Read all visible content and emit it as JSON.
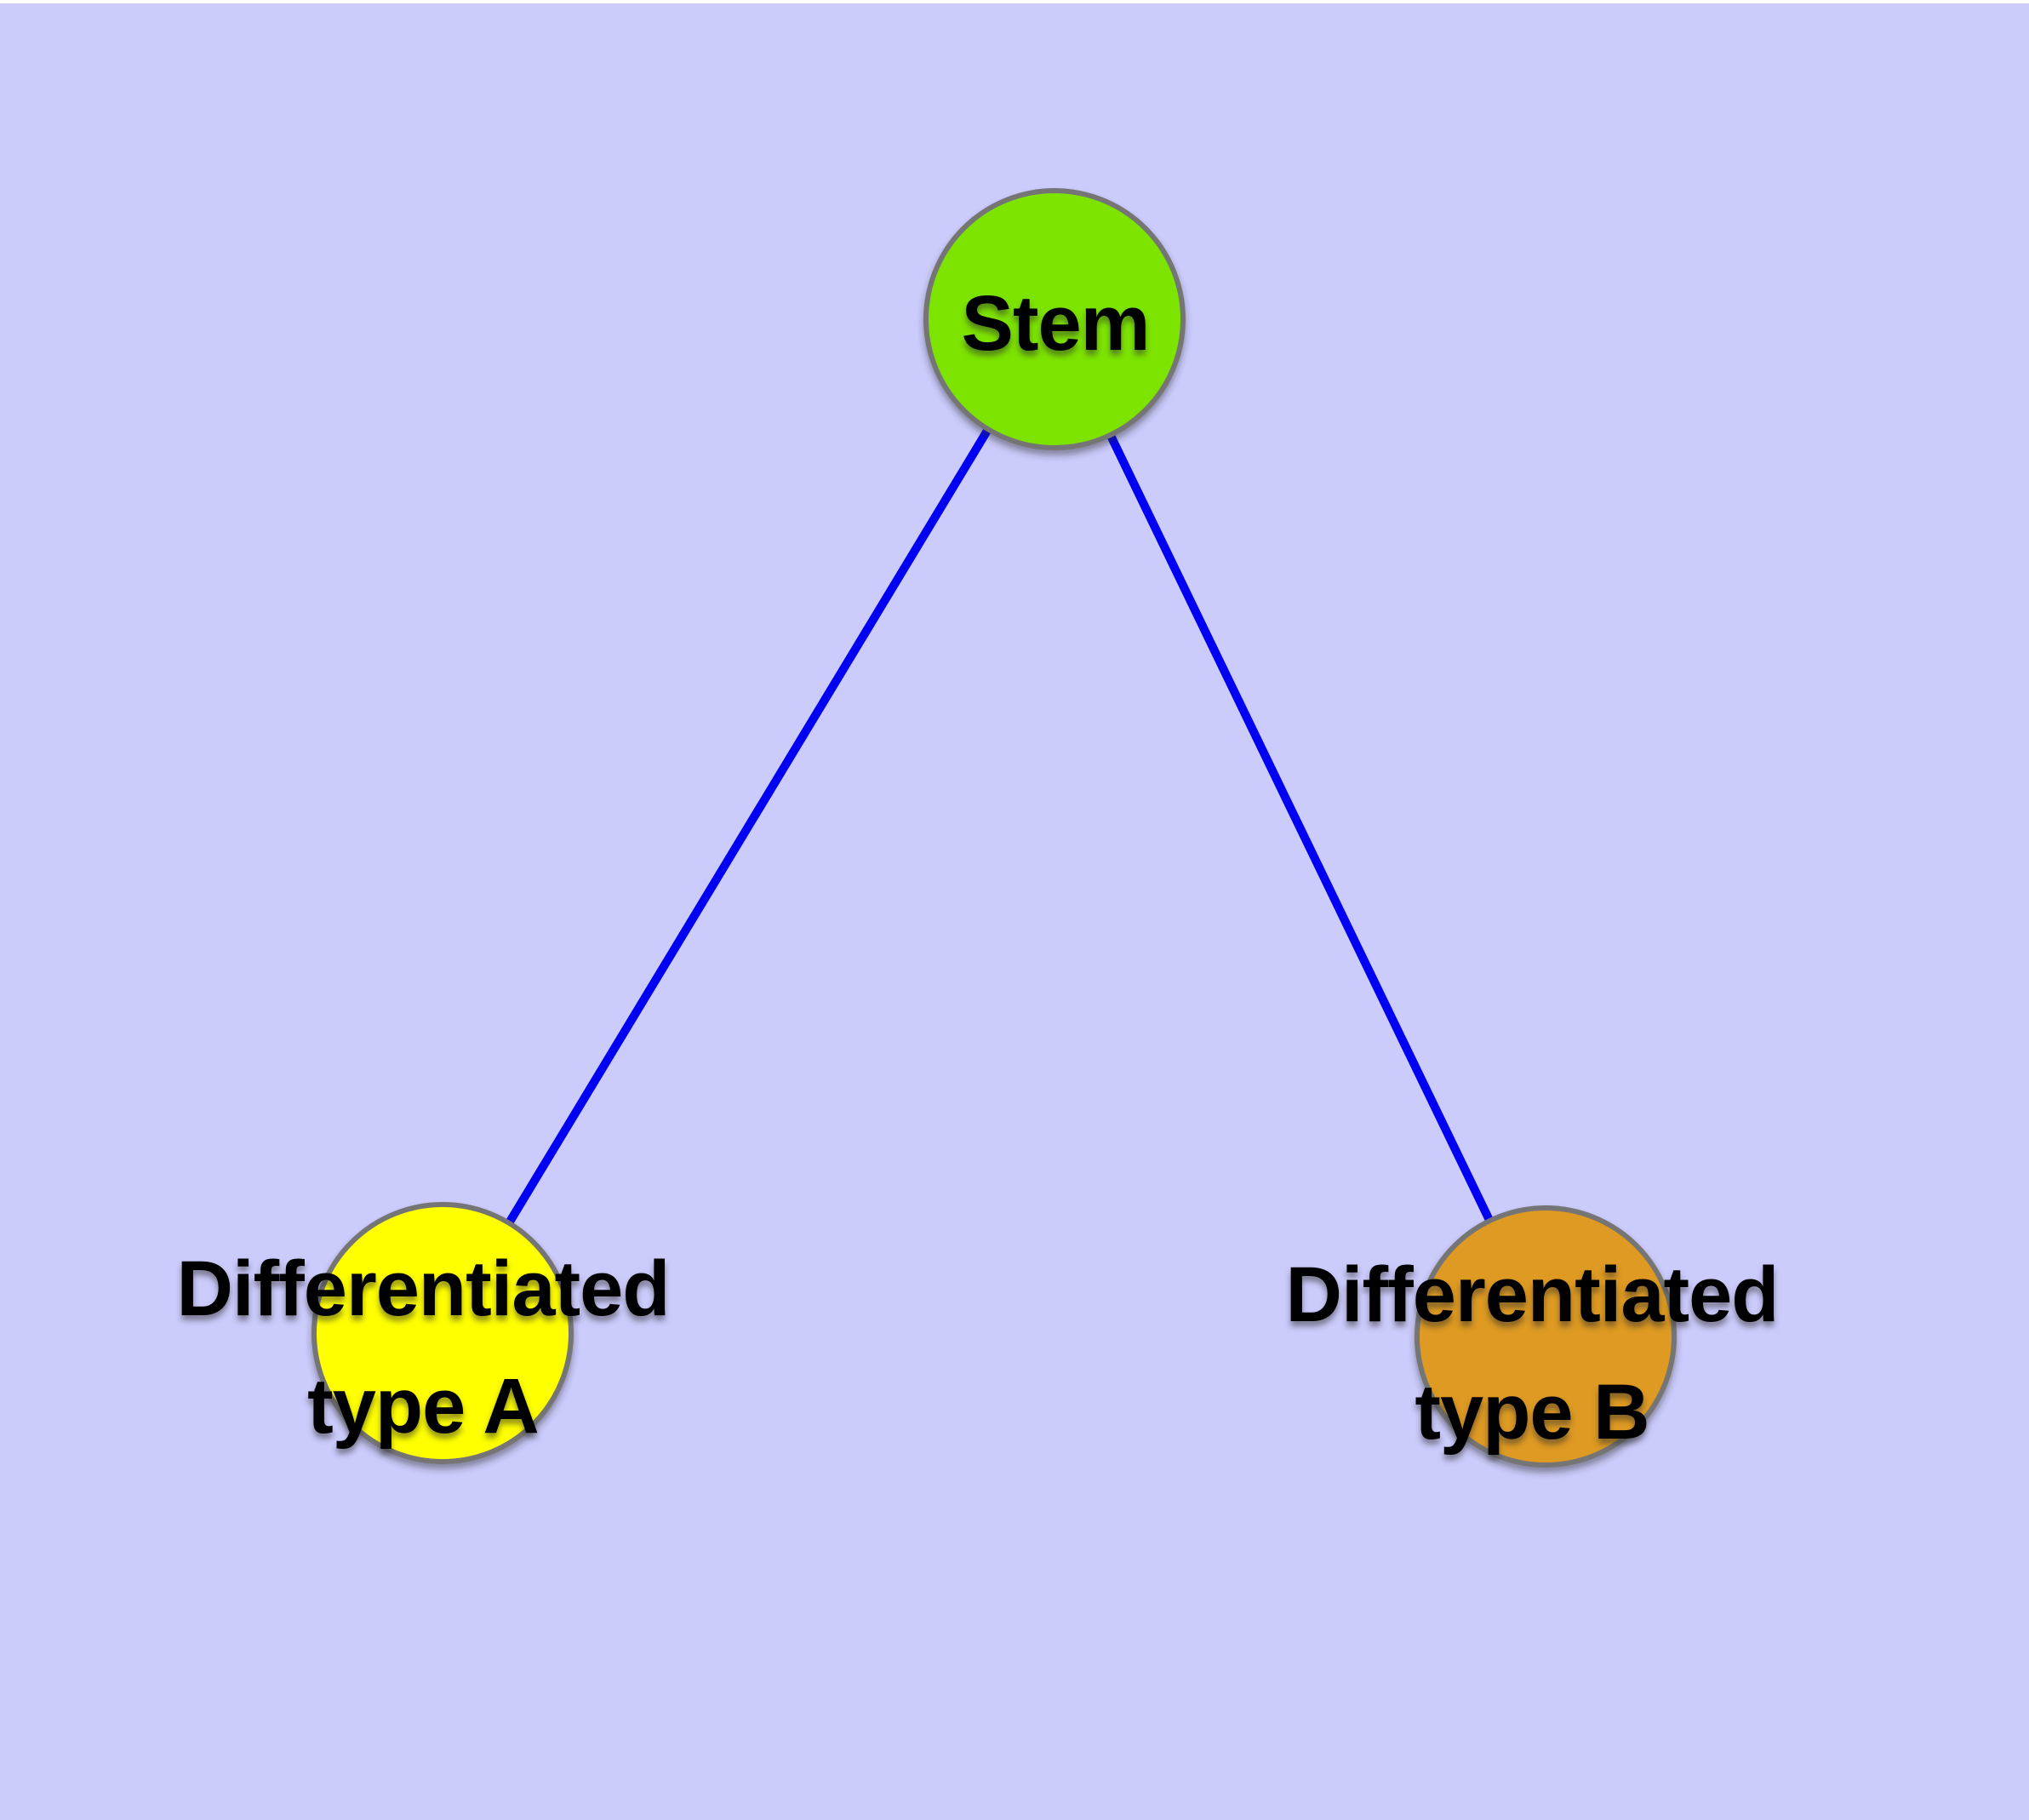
{
  "canvas": {
    "margin_color": "#ffffff",
    "background": "#cbcbfc"
  },
  "theme": {
    "node_border_color": "#757575",
    "edge_color": "#0000f2",
    "label_color": "#000000"
  },
  "nodes": [
    {
      "id": "stem",
      "label": "Stem",
      "fill": "#7de400"
    },
    {
      "id": "differentiated-type-a",
      "label": "Differentiated\ntype A",
      "fill": "#ffff00"
    },
    {
      "id": "differentiated-type-b",
      "label": "Differentiated\ntype B",
      "fill": "#de9a20"
    }
  ],
  "edges": [
    {
      "from": "Stem",
      "to": "Differentiated type A"
    },
    {
      "from": "Stem",
      "to": "Differentiated type B"
    }
  ]
}
